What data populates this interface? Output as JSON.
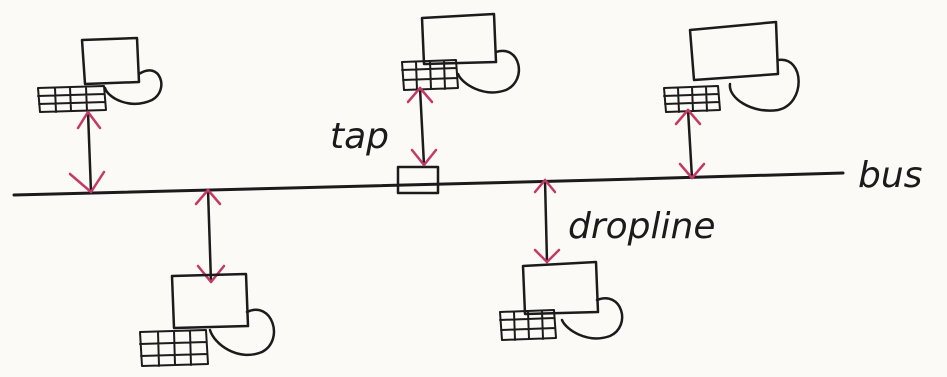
{
  "labels": {
    "bus": "bus",
    "tap": "tap",
    "dropline": "dropline"
  },
  "colors": {
    "ink": "#1b1b1b",
    "arrow_heads": "#c33a66",
    "paper": "#fbfaf6"
  },
  "nodes": [
    {
      "id": "computer-1",
      "side": "above",
      "connection": "dropline"
    },
    {
      "id": "computer-2",
      "side": "below",
      "connection": "dropline"
    },
    {
      "id": "computer-3",
      "side": "above",
      "connection": "tap"
    },
    {
      "id": "computer-4",
      "side": "below",
      "connection": "dropline"
    },
    {
      "id": "computer-5",
      "side": "above",
      "connection": "dropline"
    }
  ]
}
